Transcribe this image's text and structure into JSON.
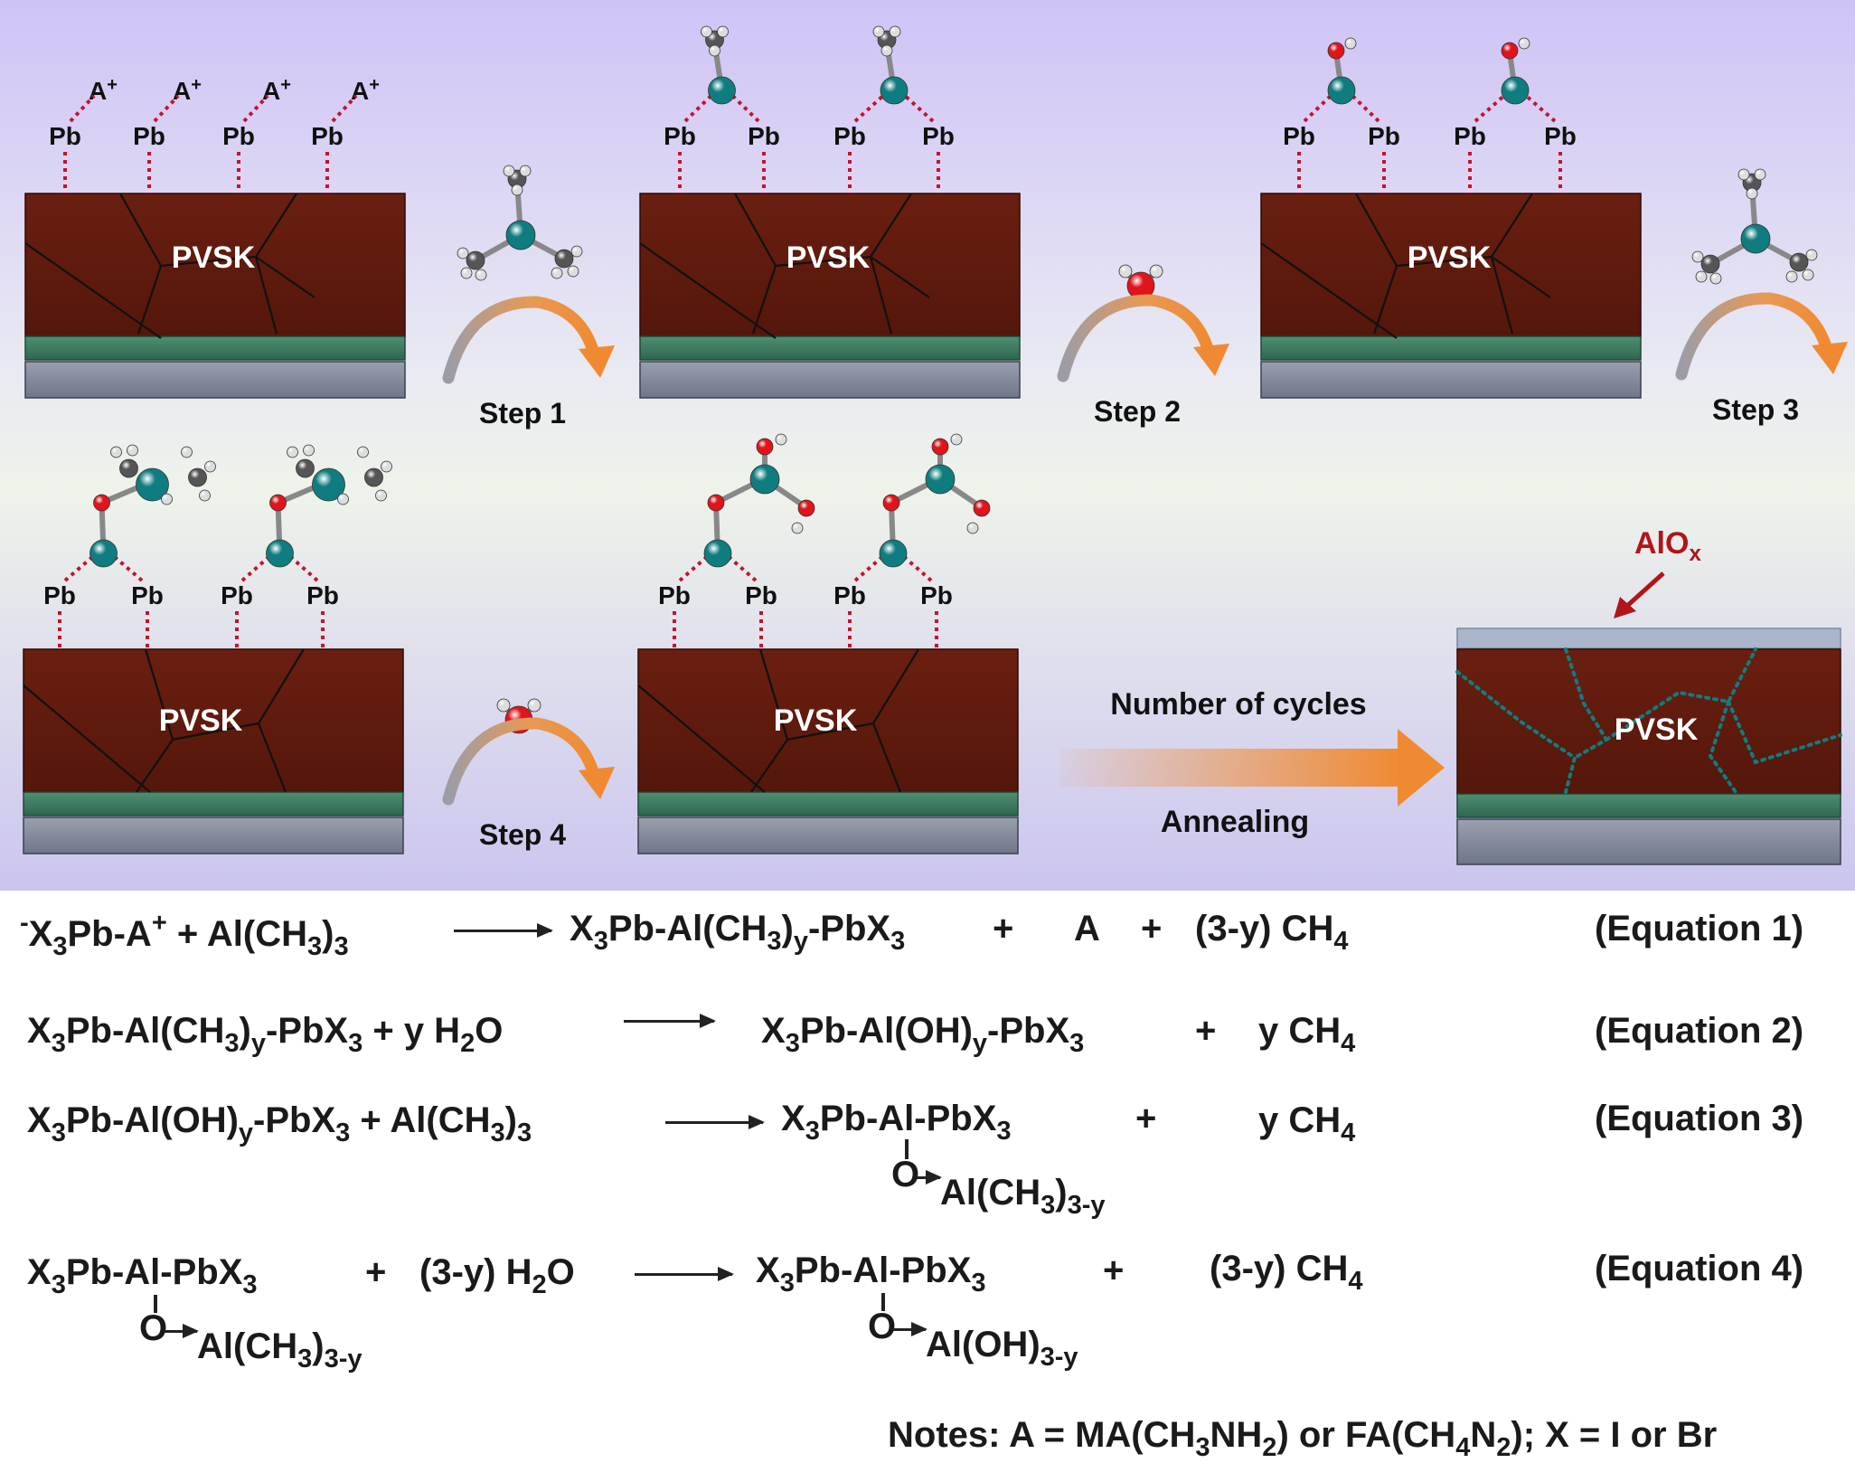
{
  "schematic": {
    "pvsk_label": "PVSK",
    "pb_label": "Pb",
    "cation_label": "A",
    "cation_charge": "+",
    "steps": [
      "Step 1",
      "Step 2",
      "Step 3",
      "Step 4"
    ],
    "cycles_label": "Number of cycles",
    "annealing_label": "Annealing",
    "aliox_label": "AlO",
    "aliox_sub": "x"
  },
  "colors": {
    "perovskite": "#5d1a0c",
    "grain_boundary": "#111111",
    "etl_layer": "#3e7a62",
    "substrate": "#7d8395",
    "aluminum_atom": "#0f7d7f",
    "oxygen_atom": "#e0141b",
    "carbon_atom": "#555555",
    "hydrogen_atom": "#ffffff",
    "bond_dashes": "#c8102e",
    "process_arrow": "#f08a32",
    "aliox_arrow": "#b0151a",
    "aliox_layer": "#a9b6cc"
  },
  "equations": [
    {
      "left": [
        {
          "t": "-",
          "f": "p"
        },
        {
          "t": "X"
        },
        {
          "t": "3",
          "f": "s"
        },
        {
          "t": "Pb-A"
        },
        {
          "t": "+",
          "f": "p"
        },
        {
          "t": " +  Al(CH"
        },
        {
          "t": "3",
          "f": "s"
        },
        {
          "t": ")"
        },
        {
          "t": "3",
          "f": "s"
        }
      ],
      "right": [
        {
          "t": "X"
        },
        {
          "t": "3",
          "f": "s"
        },
        {
          "t": "Pb-Al(CH"
        },
        {
          "t": "3",
          "f": "s"
        },
        {
          "t": ")"
        },
        {
          "t": "y",
          "f": "s"
        },
        {
          "t": "-PbX"
        },
        {
          "t": "3",
          "f": "s"
        }
      ],
      "r1": "+",
      "prod2": [
        {
          "t": "A"
        }
      ],
      "r2": "+",
      "prod3": [
        {
          "t": "(3-y) CH"
        },
        {
          "t": "4",
          "f": "s"
        }
      ],
      "label": "(Equation 1)"
    },
    {
      "left": [
        {
          "t": "X"
        },
        {
          "t": "3",
          "f": "s"
        },
        {
          "t": "Pb-Al(CH"
        },
        {
          "t": "3",
          "f": "s"
        },
        {
          "t": ")"
        },
        {
          "t": "y",
          "f": "s"
        },
        {
          "t": "-PbX"
        },
        {
          "t": "3",
          "f": "s"
        },
        {
          "t": "   +  y H"
        },
        {
          "t": "2",
          "f": "s"
        },
        {
          "t": "O"
        }
      ],
      "right": [
        {
          "t": "X"
        },
        {
          "t": "3",
          "f": "s"
        },
        {
          "t": "Pb-Al(OH)"
        },
        {
          "t": "y",
          "f": "s"
        },
        {
          "t": "-PbX"
        },
        {
          "t": "3",
          "f": "s"
        }
      ],
      "r1": "+",
      "prod2": [
        {
          "t": "y CH"
        },
        {
          "t": "4",
          "f": "s"
        }
      ],
      "label": "(Equation 2)"
    },
    {
      "left": [
        {
          "t": "X"
        },
        {
          "t": "3",
          "f": "s"
        },
        {
          "t": "Pb-Al(OH)"
        },
        {
          "t": "y",
          "f": "s"
        },
        {
          "t": "-PbX"
        },
        {
          "t": "3",
          "f": "s"
        },
        {
          "t": "  +  Al(CH"
        },
        {
          "t": "3",
          "f": "s"
        },
        {
          "t": ")"
        },
        {
          "t": "3",
          "f": "s"
        }
      ],
      "right": [
        {
          "t": "X"
        },
        {
          "t": "3",
          "f": "s"
        },
        {
          "t": "Pb-Al-PbX"
        },
        {
          "t": "3",
          "f": "s"
        }
      ],
      "right_o": "O",
      "right_sub": [
        {
          "t": "Al(CH"
        },
        {
          "t": "3",
          "f": "s"
        },
        {
          "t": ")"
        },
        {
          "t": "3-y",
          "f": "s"
        }
      ],
      "r1": "+",
      "prod2": [
        {
          "t": "y CH"
        },
        {
          "t": "4",
          "f": "s"
        }
      ],
      "label": "(Equation 3)"
    },
    {
      "left": [
        {
          "t": "X"
        },
        {
          "t": "3",
          "f": "s"
        },
        {
          "t": "Pb-Al-PbX"
        },
        {
          "t": "3",
          "f": "s"
        }
      ],
      "left_o": "O",
      "left_sub": [
        {
          "t": "Al(CH"
        },
        {
          "t": "3",
          "f": "s"
        },
        {
          "t": ")"
        },
        {
          "t": "3-y",
          "f": "s"
        }
      ],
      "l_plus": "+",
      "reagent": [
        {
          "t": "(3-y) H"
        },
        {
          "t": "2",
          "f": "s"
        },
        {
          "t": "O"
        }
      ],
      "right": [
        {
          "t": "X"
        },
        {
          "t": "3",
          "f": "s"
        },
        {
          "t": "Pb-Al-PbX"
        },
        {
          "t": "3",
          "f": "s"
        }
      ],
      "right_o": "O",
      "right_sub": [
        {
          "t": "Al(OH)"
        },
        {
          "t": "3-y",
          "f": "s"
        }
      ],
      "r1": "+",
      "prod2": [
        {
          "t": "(3-y) CH"
        },
        {
          "t": "4",
          "f": "s"
        }
      ],
      "label": "(Equation 4)"
    }
  ],
  "notes": [
    {
      "t": "Notes: A = MA(CH"
    },
    {
      "t": "3",
      "f": "s"
    },
    {
      "t": "NH"
    },
    {
      "t": "2",
      "f": "s"
    },
    {
      "t": ") or FA(CH"
    },
    {
      "t": "4",
      "f": "s"
    },
    {
      "t": "N"
    },
    {
      "t": "2",
      "f": "s"
    },
    {
      "t": "); X = I or Br"
    }
  ]
}
